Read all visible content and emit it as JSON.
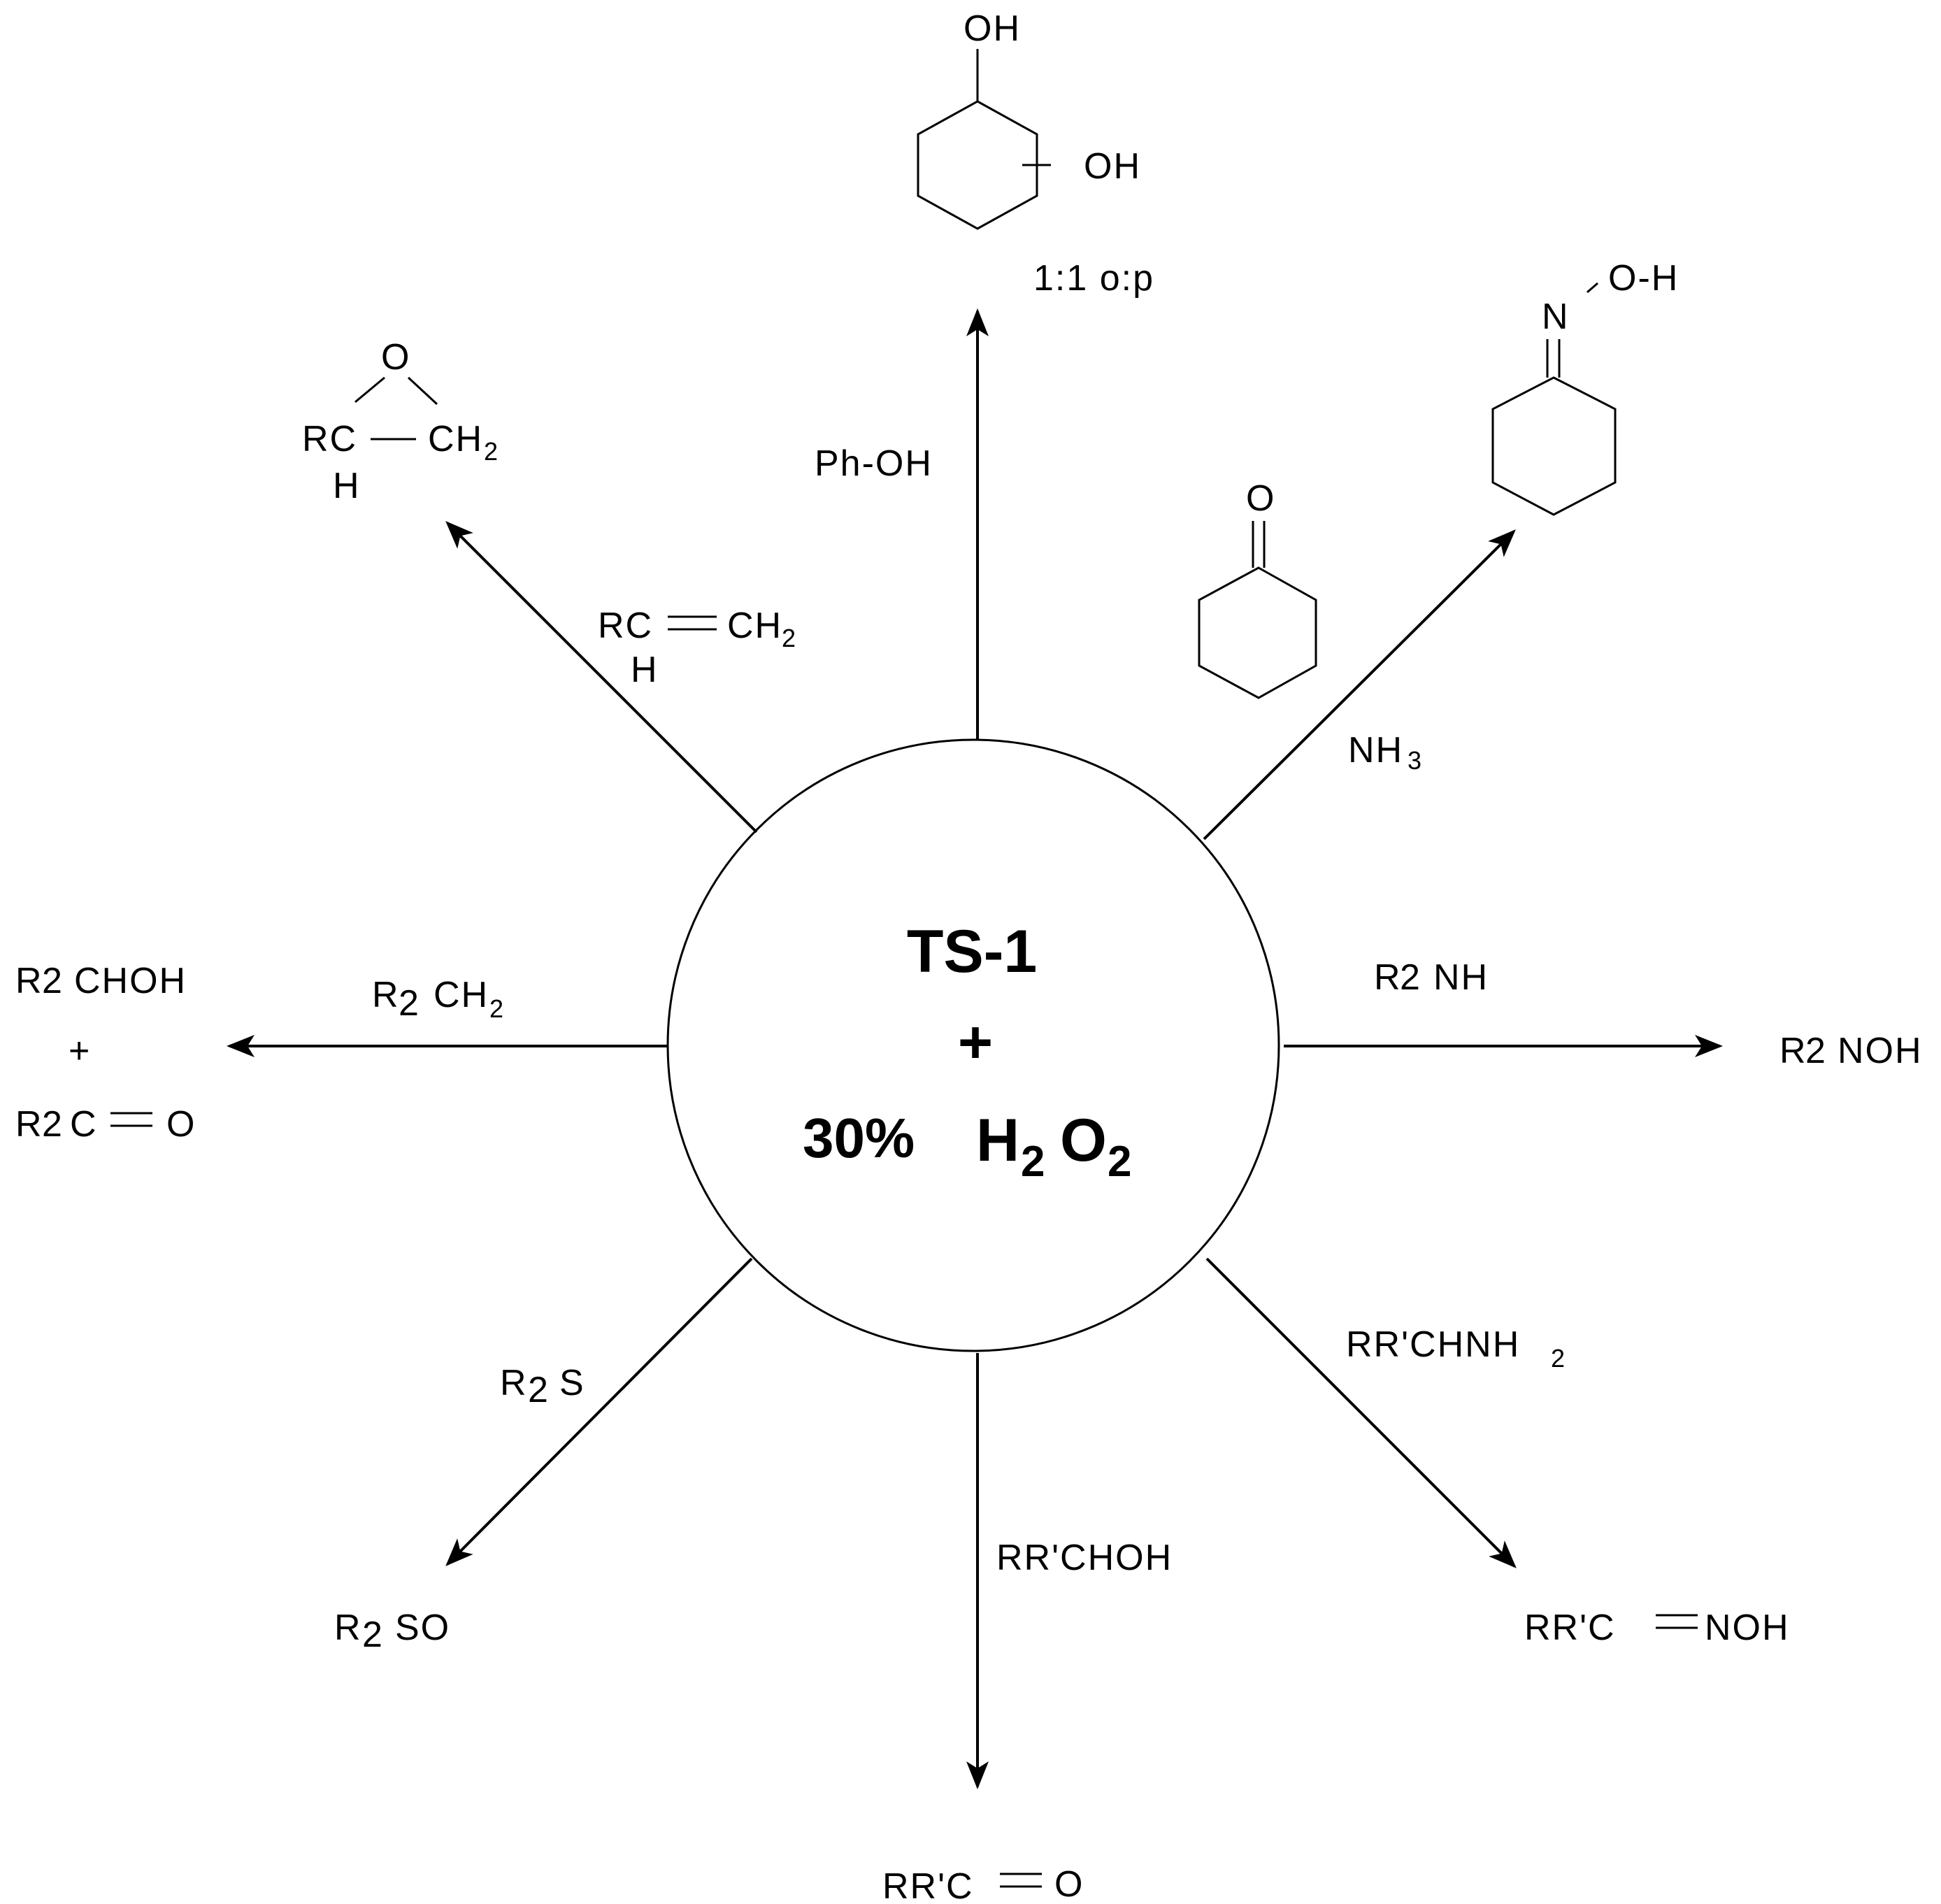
{
  "center": {
    "catalyst": "TS-1",
    "plus": "+",
    "oxidant_conc": "30%",
    "oxidant_H": "H",
    "oxidant_2a": "2",
    "oxidant_O": "O",
    "oxidant_2b": "2"
  },
  "reactions": {
    "phenol": {
      "reagent": "Ph-OH",
      "product_oh1": "OH",
      "product_oh2": "OH",
      "ratio": "1:1 o:p"
    },
    "alkene": {
      "reagent_main": "RC",
      "reagent_end": "CH",
      "reagent_sub": "2",
      "reagent_h": "H",
      "product_o": "O",
      "product_rc": "RC",
      "product_ch": "CH",
      "product_sub": "2",
      "product_h": "H"
    },
    "ammoximation": {
      "reagent": "NH",
      "reagent_sub": "3",
      "ketone_o": "O",
      "product_n": "N",
      "product_oh": "O-H"
    },
    "alkane": {
      "reagent_r": "R",
      "reagent_sub1": "2",
      "reagent_ch": "CH",
      "reagent_sub2": "2",
      "product1_r": "R",
      "product1_sub": "2",
      "product1_rest": "CHOH",
      "plus": "+",
      "product2_r": "R",
      "product2_sub": "2",
      "product2_c": "C",
      "product2_o": "O"
    },
    "sec_amine": {
      "reagent_r": "R",
      "reagent_sub": "2",
      "reagent_rest": "NH",
      "product_r": "R",
      "product_sub": "2",
      "product_rest": "NOH"
    },
    "thioether": {
      "reagent_r": "R",
      "reagent_sub": "2",
      "reagent_rest": "S",
      "product_r": "R",
      "product_sub": "2",
      "product_rest": "SO"
    },
    "alcohol": {
      "reagent": "RR'CHOH",
      "product_left": "RR'C",
      "product_o": "O"
    },
    "prim_amine": {
      "reagent": "RR'CHNH",
      "reagent_sub": "2",
      "product_left": "RR'C",
      "product_right": "NOH"
    }
  }
}
